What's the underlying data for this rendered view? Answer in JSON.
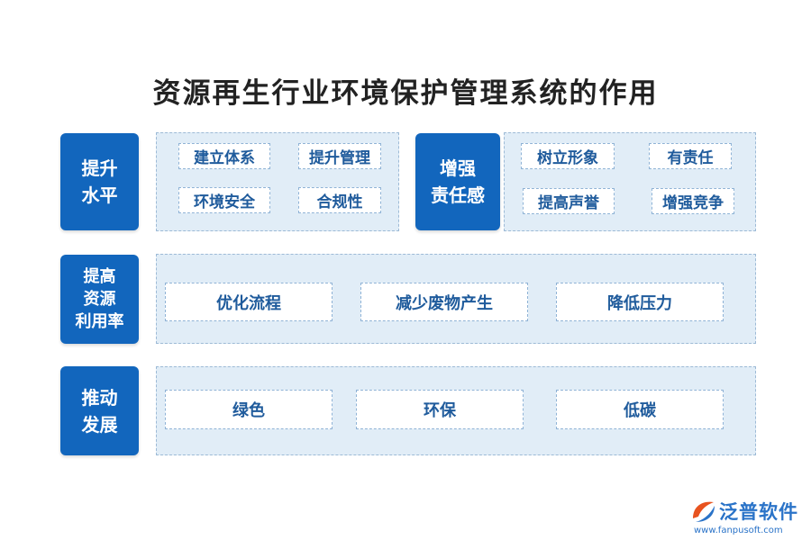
{
  "title": "资源再生行业环境保护管理系统的作用",
  "sections": [
    {
      "category": "提升\n水平",
      "items": [
        "建立体系",
        "提升管理",
        "环境安全",
        "合规性"
      ]
    },
    {
      "category": "增强\n责任感",
      "items": [
        "树立形象",
        "有责任",
        "提高声誉",
        "增强竞争"
      ]
    },
    {
      "category": "提高\n资源\n利用率",
      "items": [
        "优化流程",
        "减少废物产生",
        "降低压力"
      ]
    },
    {
      "category": "推动\n发展",
      "items": [
        "绿色",
        "环保",
        "低碳"
      ]
    }
  ],
  "logo": {
    "name": "泛普软件",
    "url": "www.fanpusoft.com"
  },
  "colors": {
    "category_bg": "#1266bd",
    "panel_bg": "#e1edf7",
    "tag_text": "#1f5b9c",
    "logo": "#2a73c8"
  }
}
